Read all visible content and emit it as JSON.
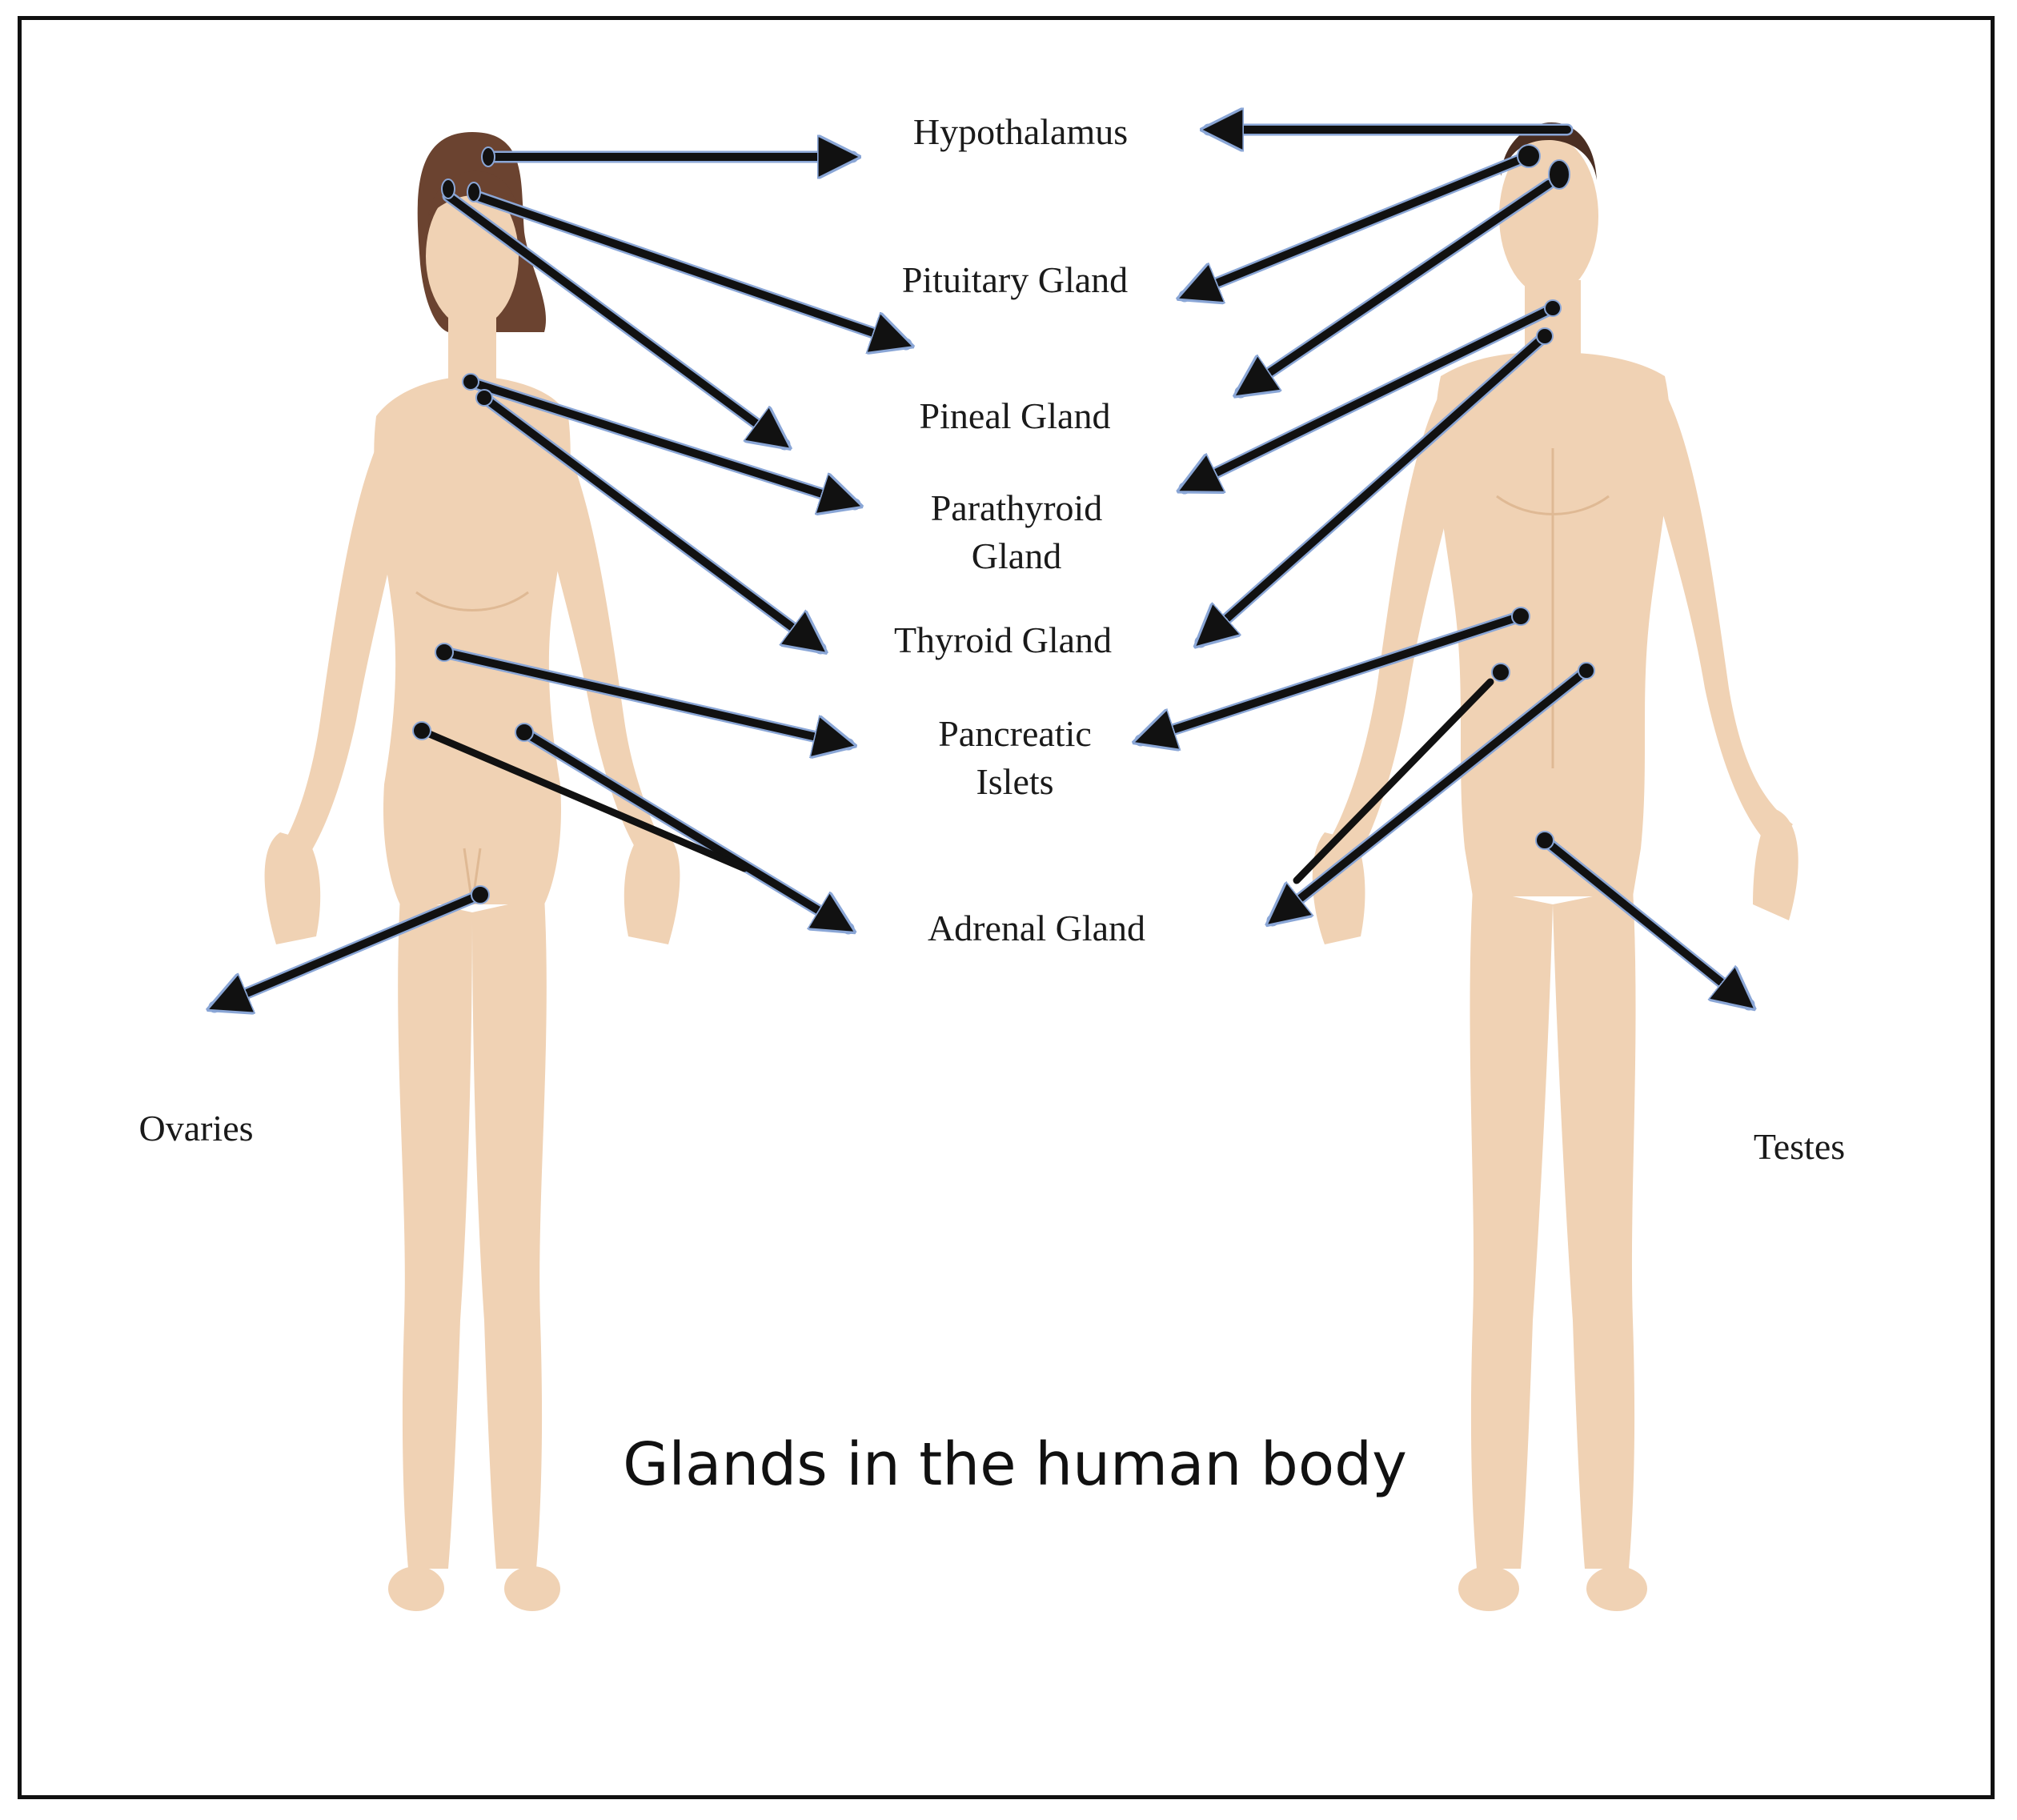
{
  "title": "Glands in the human body",
  "labels": {
    "hypothalamus": "Hypothalamus",
    "pituitary": "Pituitary Gland",
    "pineal": "Pineal Gland",
    "parathyroid": [
      "Parathyroid",
      "Gland"
    ],
    "thyroid": "Thyroid Gland",
    "pancreatic": [
      "Pancreatic",
      "Islets"
    ],
    "adrenal": "Adrenal Gland",
    "ovaries": "Ovaries",
    "testes": "Testes"
  },
  "colors": {
    "skin": "#f0d2b4",
    "skin_shade": "#dfb994",
    "hair_female": "#6b4330",
    "hair_male": "#4a2e22",
    "arrow": "#111111",
    "arrow_outline": "#8aa6d6",
    "frame": "#111111"
  }
}
